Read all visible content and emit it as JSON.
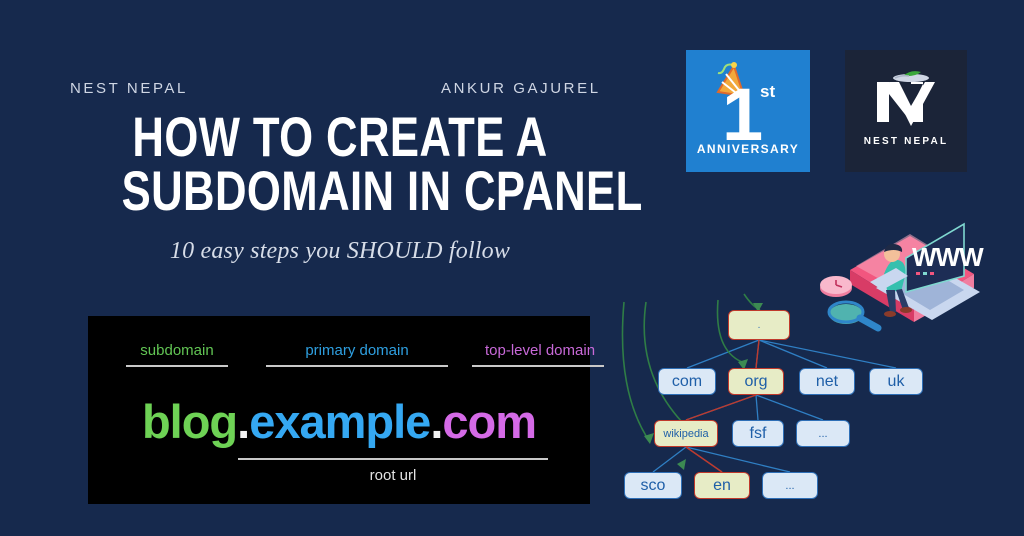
{
  "background_color": "#16294d",
  "header": {
    "brand": "NEST NEPAL",
    "author": "ANKUR GAJUREL"
  },
  "title": {
    "line1": "HOW TO CREATE A",
    "line2": "SUBDOMAIN IN CPANEL",
    "subtitle": "10 easy steps you SHOULD follow"
  },
  "domain_panel": {
    "labels": {
      "subdomain": {
        "text": "subdomain",
        "color": "#62c554"
      },
      "primary": {
        "text": "primary domain",
        "color": "#2e9fe0"
      },
      "tld": {
        "text": "top-level domain",
        "color": "#c869d8"
      }
    },
    "domain": {
      "subdomain": "blog",
      "dot1": ".",
      "primary": "example",
      "dot2": ".",
      "tld": "com"
    },
    "root_url_label": "root url"
  },
  "anniversary_badge": {
    "numeral": "1",
    "ordinal": "st",
    "word": "ANNIVERSARY",
    "background": "#2080d0",
    "icon": "party-hat-icon"
  },
  "logo_badge": {
    "word": "NEST NEPAL",
    "background": "#1b2438",
    "icon": "nest-nepal-monogram-icon"
  },
  "illustration": {
    "screen_text": "WWW",
    "icons": [
      "laptop-icon",
      "person-icon",
      "book-icon",
      "clock-icon",
      "magnifier-icon"
    ]
  },
  "dns_tree": {
    "nodes": [
      {
        "id": "root",
        "label": ".",
        "highlighted": true
      },
      {
        "id": "com",
        "label": "com",
        "highlighted": false
      },
      {
        "id": "org",
        "label": "org",
        "highlighted": true
      },
      {
        "id": "net",
        "label": "net",
        "highlighted": false
      },
      {
        "id": "uk",
        "label": "uk",
        "highlighted": false
      },
      {
        "id": "wikipedia",
        "label": "wikipedia",
        "highlighted": true
      },
      {
        "id": "fsf",
        "label": "fsf",
        "highlighted": false
      },
      {
        "id": "dots1",
        "label": "...",
        "highlighted": false
      },
      {
        "id": "sco",
        "label": "sco",
        "highlighted": false
      },
      {
        "id": "en",
        "label": "en",
        "highlighted": true
      },
      {
        "id": "dots2",
        "label": "...",
        "highlighted": false
      }
    ],
    "node_fill": "#dbe8f6",
    "node_border": "#2e6fb7",
    "highlight_fill": "#e7ecc6",
    "highlight_border": "#c0392b"
  }
}
